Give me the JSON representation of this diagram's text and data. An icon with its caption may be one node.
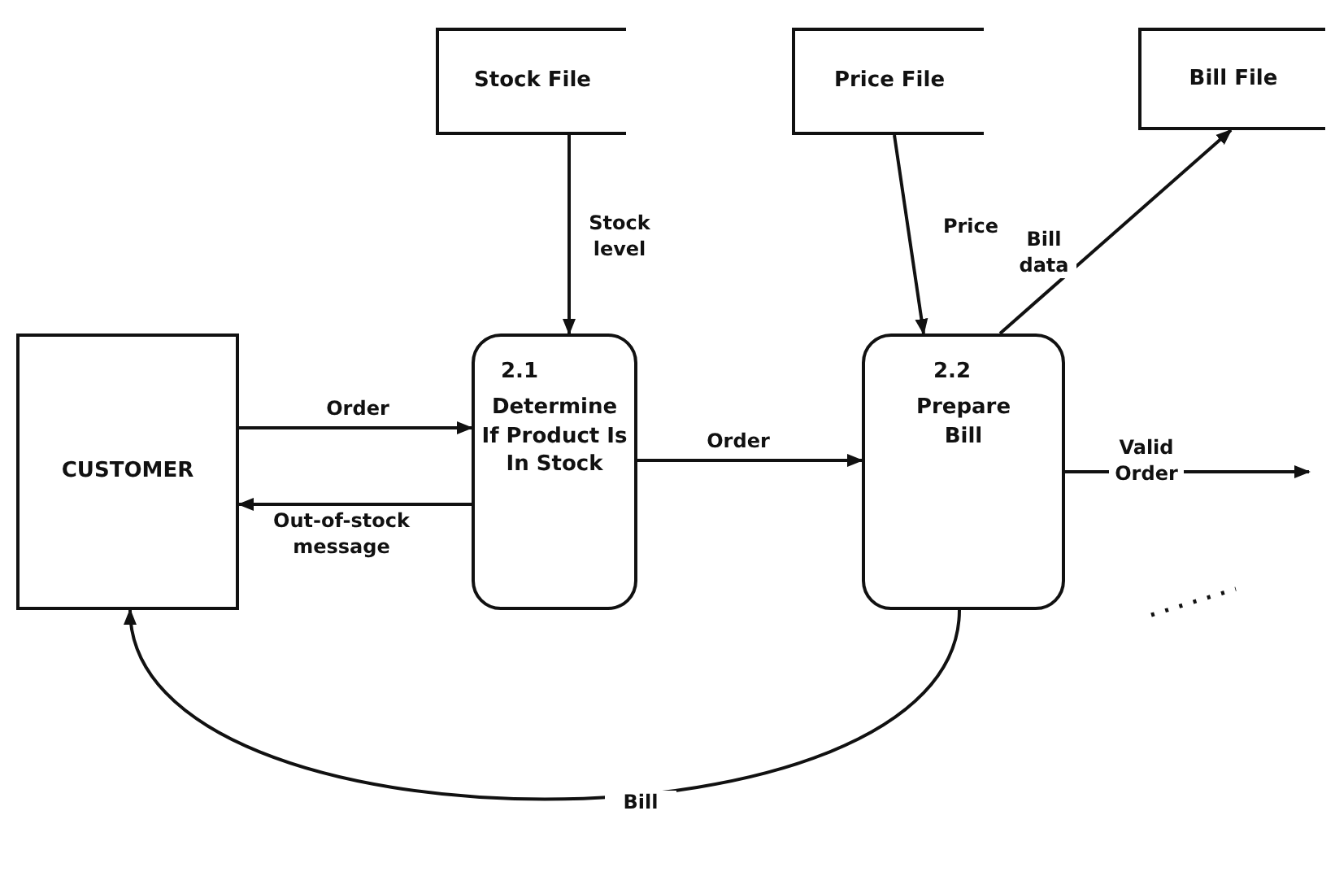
{
  "diagram": {
    "nodes": [
      {
        "text": [
          "Stock File"
        ]
      },
      {
        "text": [
          "Price File"
        ]
      },
      {
        "text": [
          "Bill File"
        ]
      },
      {
        "text": [
          "CUSTOMER"
        ]
      },
      {
        "text": [
          "2.1",
          "Determine If Product Is In Stock"
        ]
      },
      {
        "text": [
          "2.2",
          "Prepare Bill"
        ]
      }
    ],
    "edges": [
      {
        "from": 0,
        "to": 4,
        "arrow": "to",
        "label": "Stock level"
      },
      {
        "from": 3,
        "to": 4,
        "arrow": "to",
        "label": "Order"
      },
      {
        "from": 4,
        "to": 3,
        "arrow": "to",
        "label": "Out-of-stock message"
      },
      {
        "from": 4,
        "to": 5,
        "arrow": "to",
        "label": "Order"
      },
      {
        "from": 1,
        "to": 5,
        "arrow": "to",
        "label": "Price"
      },
      {
        "from": 5,
        "to": 2,
        "arrow": "to",
        "label": "Bill data"
      },
      {
        "from": 5,
        "to": null,
        "arrow": "to",
        "label": "Valid Order"
      },
      {
        "from": 5,
        "to": 3,
        "arrow": "to",
        "label": "Bill"
      }
    ]
  }
}
